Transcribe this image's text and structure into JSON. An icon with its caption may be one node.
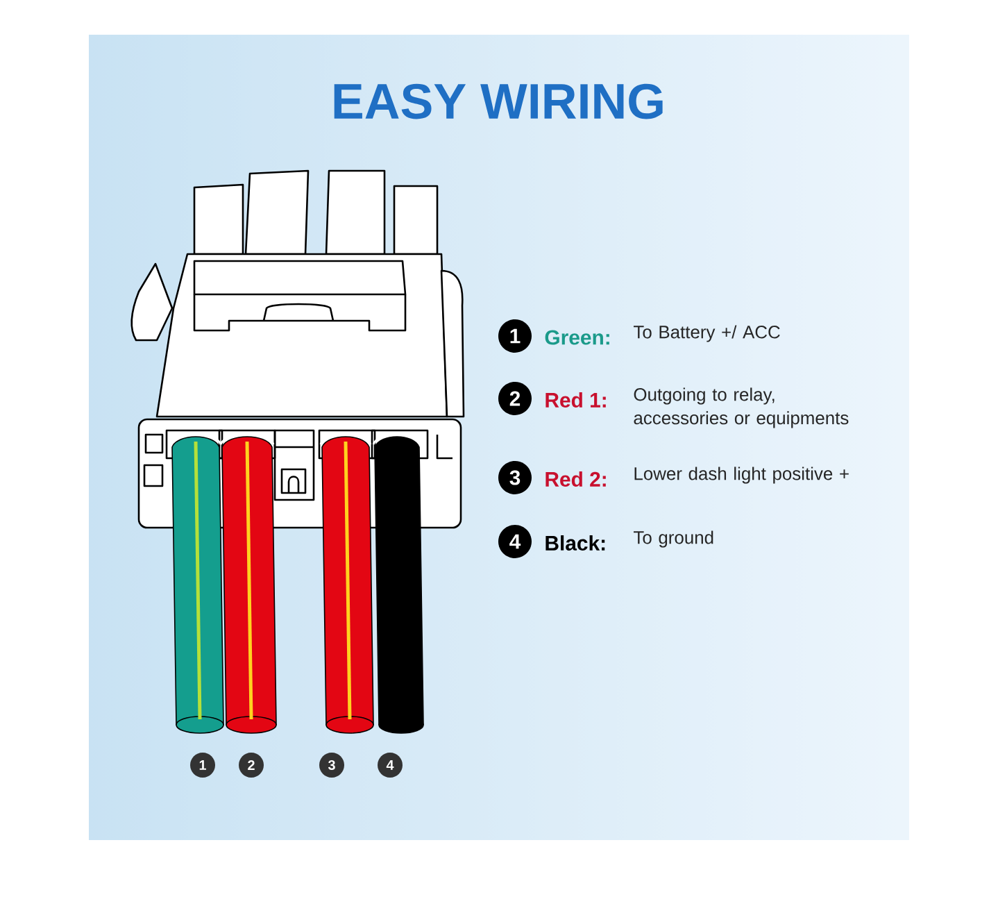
{
  "diagram": {
    "title": "EASY WIRING",
    "nodes": [
      {
        "text": [
          "1"
        ],
        "beside": [
          "Green:",
          "To Battery +/ ACC"
        ]
      },
      {
        "text": [
          "2"
        ],
        "beside": [
          "Red 1:",
          "Outgoing to relay, accessories or equipments"
        ]
      },
      {
        "text": [
          "3"
        ],
        "beside": [
          "Red 2:",
          "Lower dash light positive +"
        ]
      },
      {
        "text": [
          "4"
        ],
        "beside": [
          "Black:",
          "To ground"
        ]
      },
      {
        "text": [
          "1"
        ]
      },
      {
        "text": [
          "2"
        ]
      },
      {
        "text": [
          "3"
        ]
      },
      {
        "text": [
          "4"
        ]
      }
    ]
  }
}
